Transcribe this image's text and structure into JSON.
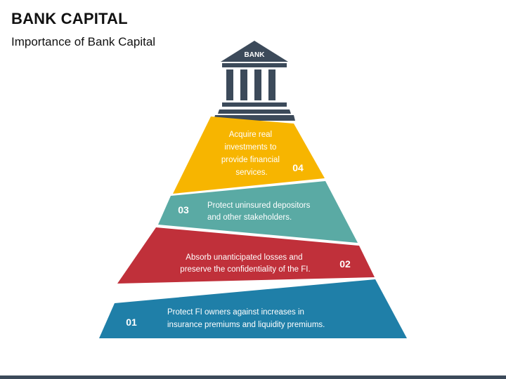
{
  "header": {
    "title": "BANK CAPITAL",
    "subtitle": "Importance of Bank Capital"
  },
  "icon": {
    "name": "bank-building-icon",
    "label": "BANK",
    "color": "#3c4a5a"
  },
  "levels": [
    {
      "number": "04",
      "lines": [
        "Acquire real",
        "investments to",
        "provide financial",
        "services."
      ],
      "color": "#f7b500"
    },
    {
      "number": "03",
      "lines": [
        "Protect uninsured depositors",
        "and other stakeholders."
      ],
      "color": "#5aaaa4"
    },
    {
      "number": "02",
      "lines": [
        "Absorb unanticipated losses and",
        "preserve the confidentiality of the FI."
      ],
      "color": "#c0303a"
    },
    {
      "number": "01",
      "lines": [
        "Protect FI owners against increases in",
        "insurance premiums and liquidity premiums."
      ],
      "color": "#1f7fa8"
    }
  ]
}
